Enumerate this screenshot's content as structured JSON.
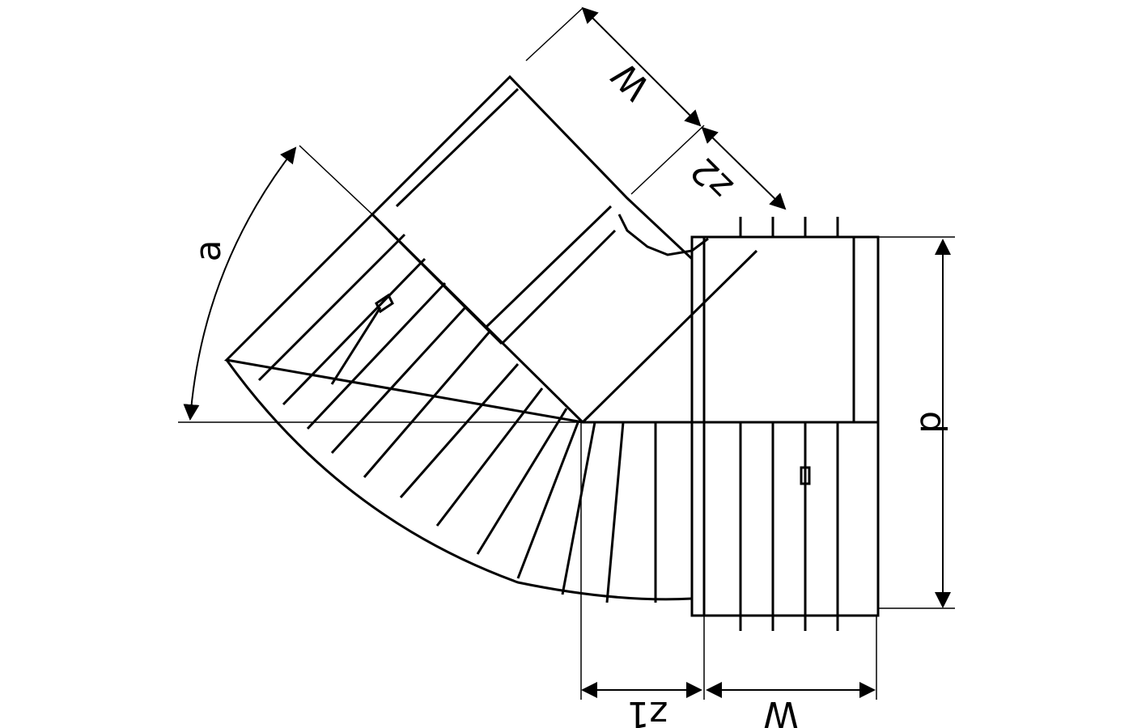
{
  "drawing": {
    "labels": {
      "angle": "a",
      "diameter": "d",
      "socket_depth_top": "W",
      "offset_top": "z2",
      "offset_bottom": "z1",
      "socket_depth_bottom": "W"
    },
    "colors": {
      "line": "#000000",
      "background": "#ffffff"
    }
  }
}
